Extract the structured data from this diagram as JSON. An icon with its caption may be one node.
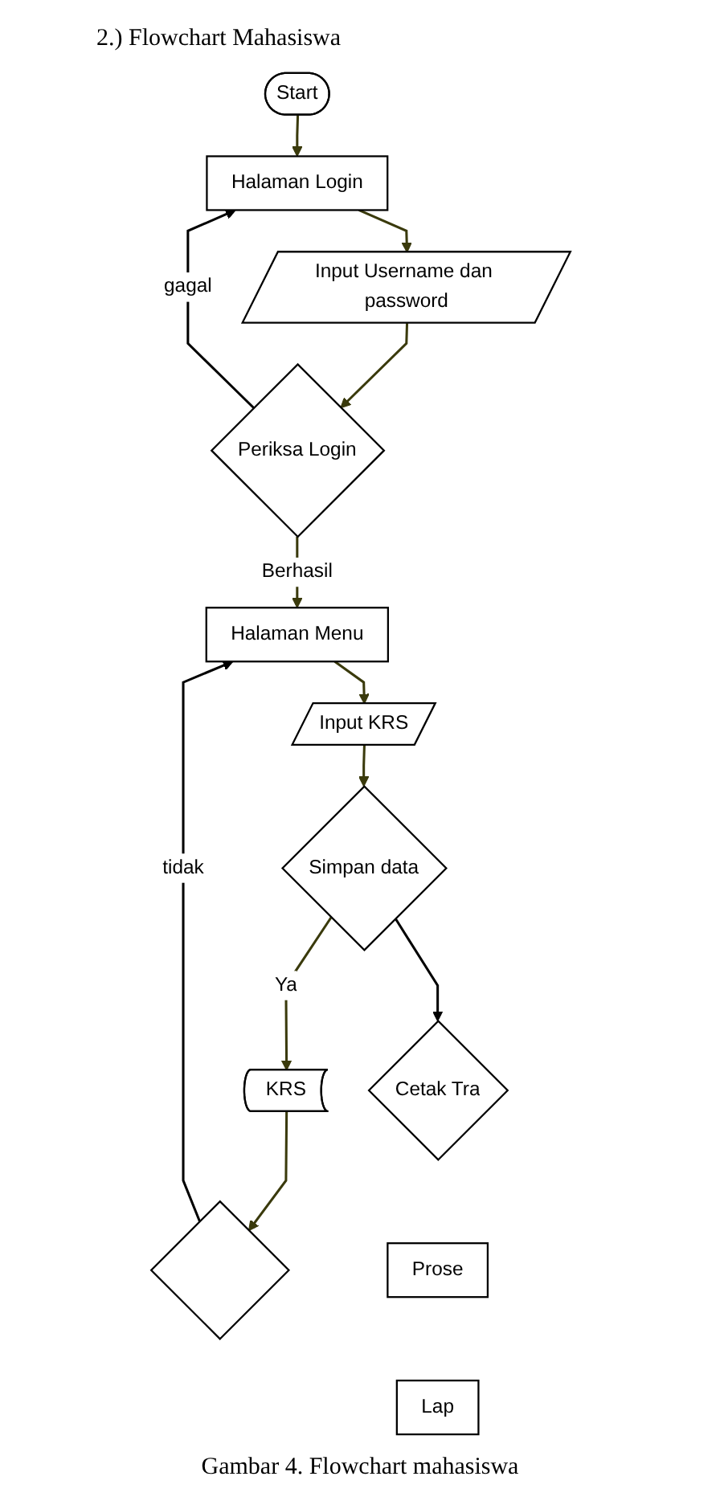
{
  "diagram": {
    "title": "2.) Flowchart Mahasiswa",
    "caption": "Gambar 4. Flowchart mahasiswa",
    "nodes": [
      {
        "text": [
          "Start"
        ]
      },
      {
        "text": [
          "Halaman Login"
        ]
      },
      {
        "text": [
          "Input Username dan password"
        ]
      },
      {
        "text": [
          "Periksa Login"
        ]
      },
      {
        "text": [
          "Halaman Menu"
        ]
      },
      {
        "text": [
          "Input KRS"
        ]
      },
      {
        "text": [
          "Simpan data"
        ]
      },
      {
        "text": [
          "KRS"
        ]
      },
      {
        "text": [],
        "shape": "diamond"
      },
      {
        "text": [
          "Cetak Tra"
        ]
      },
      {
        "text": [
          "Prose"
        ]
      },
      {
        "text": [
          "Lap"
        ]
      }
    ],
    "edges": [
      {
        "from": 0,
        "to": 1,
        "arrow": "to"
      },
      {
        "from": 1,
        "to": 2,
        "arrow": "to"
      },
      {
        "from": 2,
        "to": 3,
        "arrow": "to"
      },
      {
        "from": 3,
        "to": 1,
        "arrow": "to",
        "label": "gagal",
        "color": "#000000"
      },
      {
        "from": 3,
        "to": 4,
        "arrow": "to",
        "label": "Berhasil"
      },
      {
        "from": 4,
        "to": 5,
        "arrow": "to"
      },
      {
        "from": 5,
        "to": 6,
        "arrow": "to"
      },
      {
        "from": 6,
        "to": 7,
        "arrow": "to",
        "label": "Ya"
      },
      {
        "from": 6,
        "to": 9,
        "arrow": "to",
        "color": "#000000"
      },
      {
        "from": 7,
        "to": 8,
        "arrow": "to"
      },
      {
        "from": 8,
        "to": 4,
        "arrow": "to",
        "label": "tidak",
        "color": "#000000"
      }
    ]
  }
}
